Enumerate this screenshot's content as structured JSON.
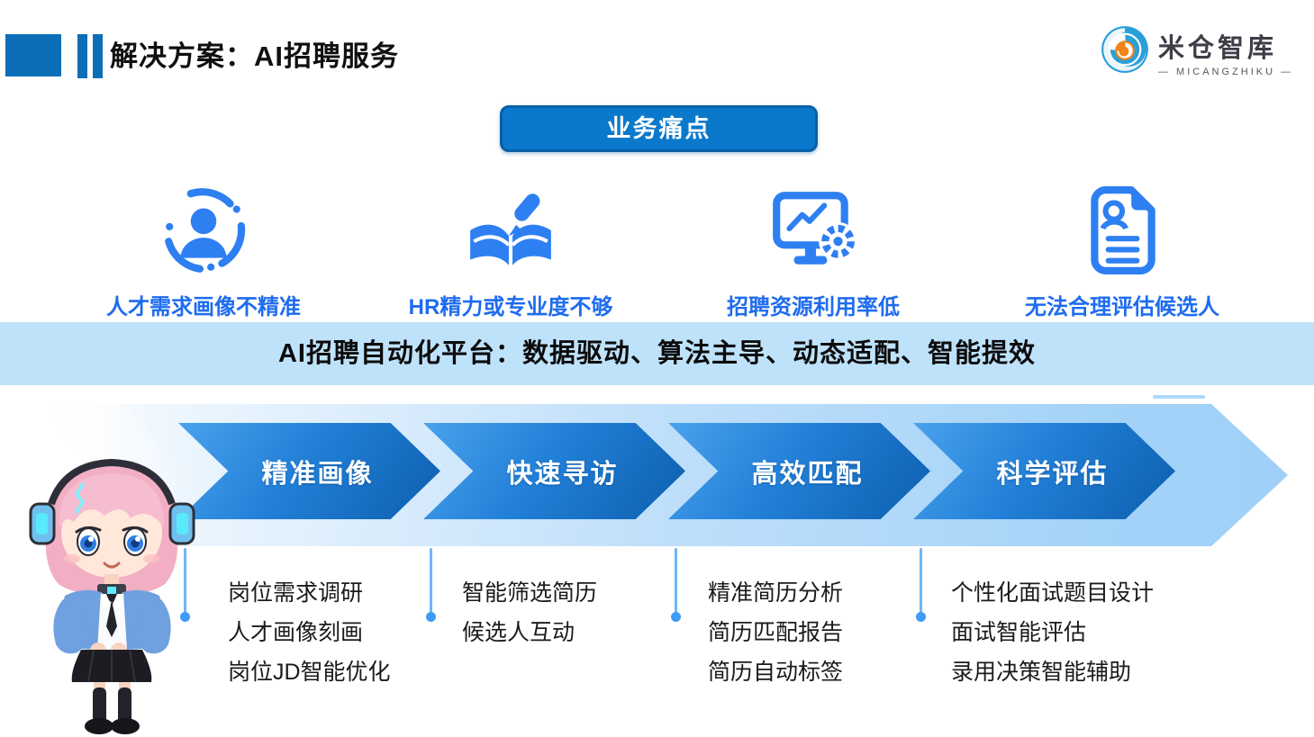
{
  "header": {
    "title": "解决方案：AI招聘服务",
    "logo": {
      "name": "米仓智库",
      "subtitle": "— MICANGZHIKU —"
    }
  },
  "pain": {
    "badge": "业务痛点",
    "items": [
      {
        "icon": "user-profile-scan-icon",
        "label": "人才需求画像不精准"
      },
      {
        "icon": "book-pen-icon",
        "label": "HR精力或专业度不够"
      },
      {
        "icon": "monitor-chart-gear-icon",
        "label": "招聘资源利用率低"
      },
      {
        "icon": "resume-document-icon",
        "label": "无法合理评估候选人"
      }
    ]
  },
  "banner": {
    "text": "AI招聘自动化平台：数据驱动、算法主导、动态适配、智能提效"
  },
  "process": {
    "stages": [
      {
        "label": "精准画像",
        "tasks": [
          "岗位需求调研",
          "人才画像刻画",
          "岗位JD智能优化"
        ]
      },
      {
        "label": "快速寻访",
        "tasks": [
          "智能筛选简历",
          "候选人互动"
        ]
      },
      {
        "label": "高效匹配",
        "tasks": [
          "精准简历分析",
          "简历匹配报告",
          "简历自动标签"
        ]
      },
      {
        "label": "科学评估",
        "tasks": [
          "个性化面试题目设计",
          "面试智能评估",
          "录用决策智能辅助"
        ]
      }
    ]
  },
  "mascot": {
    "description": "ai-assistant-girl-3d"
  },
  "colors": {
    "accent_blue": "#0d6eb8",
    "badge_blue": "#0b79cb",
    "icon_blue": "#2e7ff2",
    "label_blue": "#1e6cf0",
    "banner_bg": "#bfe2fb",
    "chevron_dark": "#0d5fae",
    "chevron_light": "#4aa2ec",
    "band_blue": "#a4d3f8",
    "connector_blue": "#3f9cf6",
    "logo_blue": "#2b9fd8",
    "logo_orange": "#ef8418"
  }
}
